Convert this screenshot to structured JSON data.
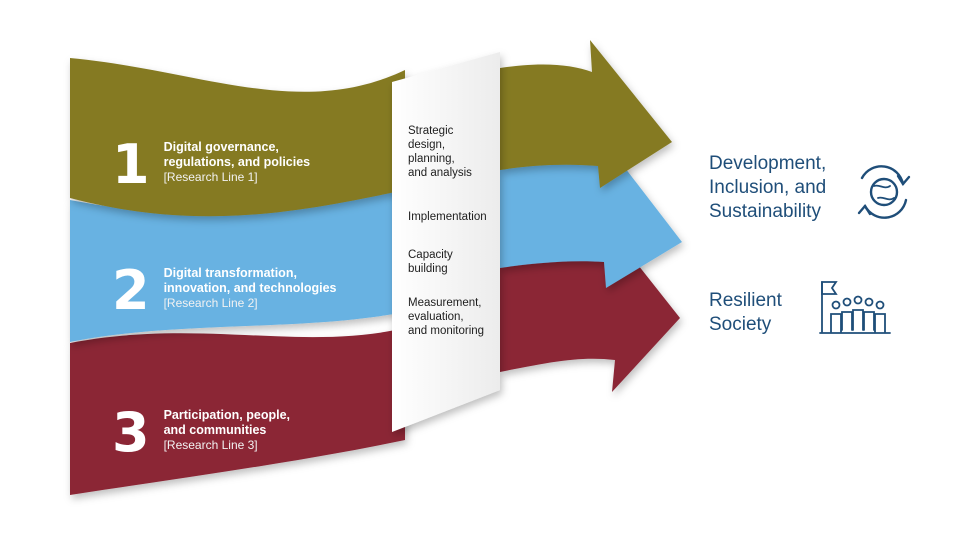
{
  "colors": {
    "band1": "#857a23",
    "band2": "#68b2e2",
    "band3": "#8b2535",
    "panel": "#ffffff",
    "outcome_text": "#1f4e79"
  },
  "research_lines": [
    {
      "number": "1",
      "title_lines": [
        "Digital governance,",
        "regulations, and policies"
      ],
      "subtitle": "[Research Line 1]"
    },
    {
      "number": "2",
      "title_lines": [
        "Digital transformation,",
        "innovation, and technologies"
      ],
      "subtitle": "[Research Line 2]"
    },
    {
      "number": "3",
      "title_lines": [
        "Participation, people,",
        "and communities"
      ],
      "subtitle": "[Research Line 3]"
    }
  ],
  "process_steps": [
    {
      "lines": [
        "Strategic",
        "design,",
        "planning,",
        "and analysis"
      ]
    },
    {
      "lines": [
        "Implementation"
      ]
    },
    {
      "lines": [
        "Capacity",
        "building"
      ]
    },
    {
      "lines": [
        "Measurement,",
        "evaluation,",
        "and monitoring"
      ]
    }
  ],
  "outcomes": [
    {
      "lines": [
        "Development,",
        "Inclusion, and",
        "Sustainability"
      ],
      "icon": "globe-cycle-icon"
    },
    {
      "lines": [
        "Resilient",
        "Society"
      ],
      "icon": "community-flag-icon"
    }
  ]
}
